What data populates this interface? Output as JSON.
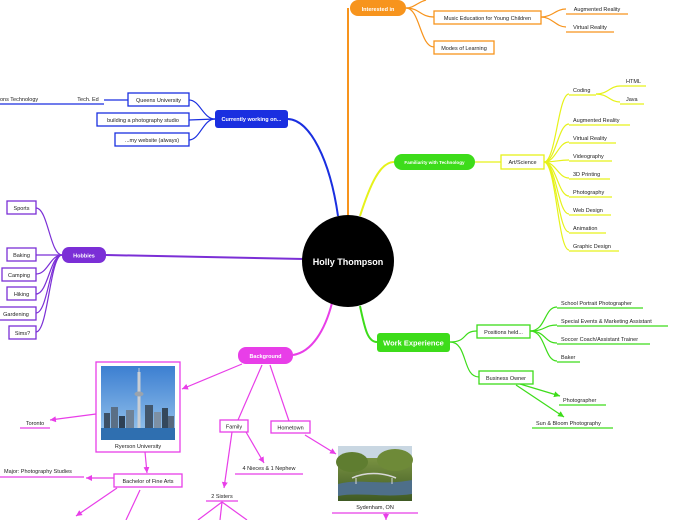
{
  "center": {
    "title": "Holly Thompson",
    "color": "#000000"
  },
  "colors": {
    "orange": "#f7941d",
    "blue": "#1a2fe0",
    "yellow": "#e6f21a",
    "green": "#3ddc1a",
    "magenta": "#e83ee8",
    "purple": "#7b2fd6"
  },
  "interested": {
    "label": "Interested in",
    "items": [
      "Music Education for Young Children",
      "Modes of Learning"
    ],
    "sub_items": [
      "Augmented Reality",
      "Virtual Reality"
    ]
  },
  "working": {
    "label": "Currently working on...",
    "items": [
      "Queens University",
      "building a photography studio",
      "...my website (always)"
    ],
    "tech": "Tech. Ed",
    "tech_sub": "ons Technology"
  },
  "familiar": {
    "label": "Familiarity with Technology",
    "hub": "Art/Science",
    "items": [
      "Coding",
      "Augmented Reality",
      "Virtual Reality",
      "Videography",
      "3D Printing",
      "Photography",
      "Web Design",
      "Animation",
      "Graphic Design"
    ],
    "coding_items": [
      "HTML",
      "Java"
    ]
  },
  "hobbies": {
    "label": "Hobbies",
    "items": [
      "Sports",
      "Baking",
      "Camping",
      "Hiking",
      "Gardening",
      "Sims?"
    ]
  },
  "work": {
    "label": "Work Experience",
    "positions_label": "Positions held...",
    "positions": [
      "School Portrait Photographer",
      "Special Events & Marketing Assistant",
      "Soccer Coach/Assistant Trainer",
      "Baker"
    ],
    "owner_label": "Business Owner",
    "owner_items": [
      "Photographer",
      "Sun & Bloom Photography"
    ]
  },
  "background": {
    "label": "Background",
    "university": "Ryerson University",
    "toronto": "Toronto",
    "degree": "Bachelor of Fine Arts",
    "major": "Major: Photography Studies",
    "family": "Family",
    "hometown": "Hometown",
    "nieces": "4 Nieces & 1 Nephew",
    "sisters": "2 Sisters",
    "town": "Sydenham, ON"
  }
}
